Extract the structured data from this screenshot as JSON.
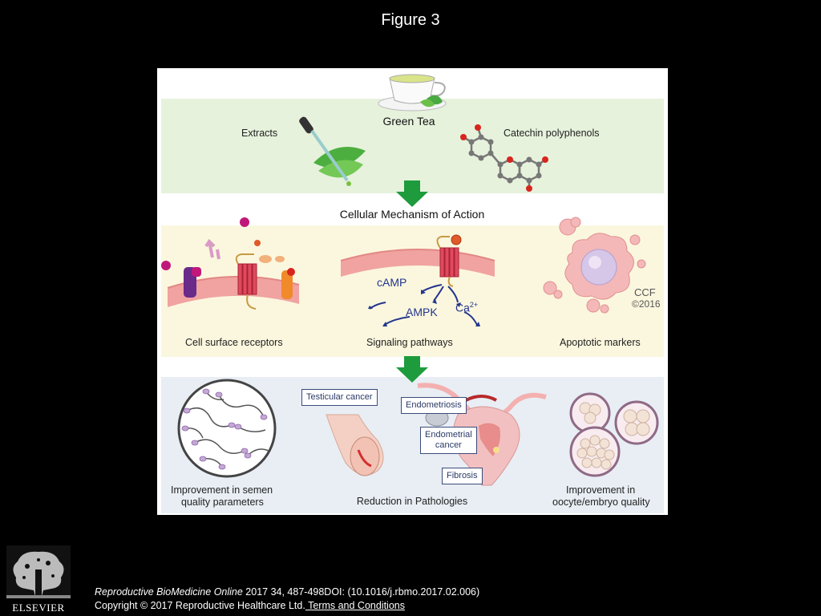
{
  "slide": {
    "title": "Figure 3"
  },
  "figure": {
    "green_tea": {
      "title": "Green Tea",
      "left_label": "Extracts",
      "right_label": "Catechin polyphenols"
    },
    "mechanism": {
      "title": "Cellular Mechanism of Action",
      "panels": [
        {
          "label": "Cell surface receptors"
        },
        {
          "label": "Signaling pathways"
        },
        {
          "label": "Apoptotic markers"
        }
      ],
      "signals": {
        "camp": "cAMP",
        "ampk": "AMPK",
        "ca": "Ca",
        "ca_sup": "2+"
      },
      "watermark_line1": "CCF",
      "watermark_line2": "©2016"
    },
    "outcomes": {
      "left_line1": "Improvement in semen",
      "left_line2": "quality parameters",
      "center": "Reduction in Pathologies",
      "right_line1": "Improvement in",
      "right_line2": "oocyte/embryo quality",
      "callouts": {
        "testicular": "Testicular cancer",
        "endometriosis": "Endometriosis",
        "endometrial_line1": "Endometrial",
        "endometrial_line2": "cancer",
        "fibrosis": "Fibrosis"
      }
    }
  },
  "footer": {
    "journal": "Reproductive BioMedicine Online",
    "citation": " 2017 34, 487-498DOI: (10.1016/j.rbmo.2017.02.006)",
    "copyright": "Copyright © 2017 Reproductive Healthcare Ltd.",
    "terms_link": " Terms and Conditions"
  },
  "logo": {
    "text": "ELSEVIER"
  },
  "colors": {
    "background": "#000000",
    "band_green": "#e6f2dc",
    "band_yellow": "#fbf7de",
    "band_blue": "#e8eef4",
    "arrow_green": "#1e9b3c",
    "membrane_pink": "#f0a3a0",
    "receptor_red": "#e04a5c",
    "signal_blue": "#23358f"
  }
}
